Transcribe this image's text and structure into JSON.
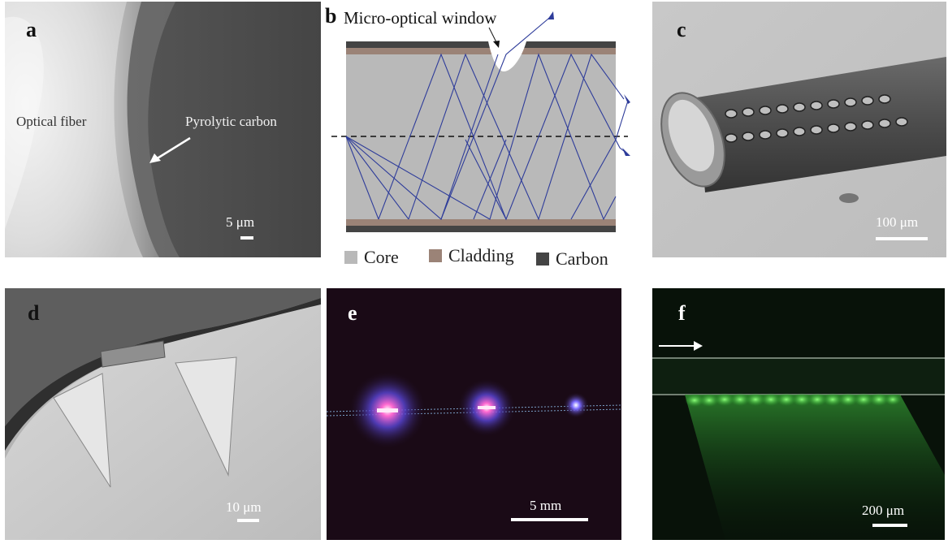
{
  "panels": {
    "a": {
      "label": "a",
      "fiber_label": "Optical fiber",
      "carbon_label": "Pyrolytic carbon",
      "scale": "5 μm"
    },
    "b": {
      "label": "b",
      "window_label": "Micro-optical window",
      "legend": [
        {
          "name": "Core",
          "color": "#b9b9b9"
        },
        {
          "name": "Cladding",
          "color": "#9b8377"
        },
        {
          "name": "Carbon",
          "color": "#444444"
        }
      ],
      "ray_color": "#2e3c9a"
    },
    "c": {
      "label": "c",
      "scale": "100 μm"
    },
    "d": {
      "label": "d",
      "scale": "10 μm"
    },
    "e": {
      "label": "e",
      "scale": "5 mm"
    },
    "f": {
      "label": "f",
      "scale": "200 μm"
    }
  },
  "colors": {
    "glow_green": "#4ee64a",
    "glow_blue": "#5a46d8",
    "glow_pink": "#ff6ad0"
  }
}
